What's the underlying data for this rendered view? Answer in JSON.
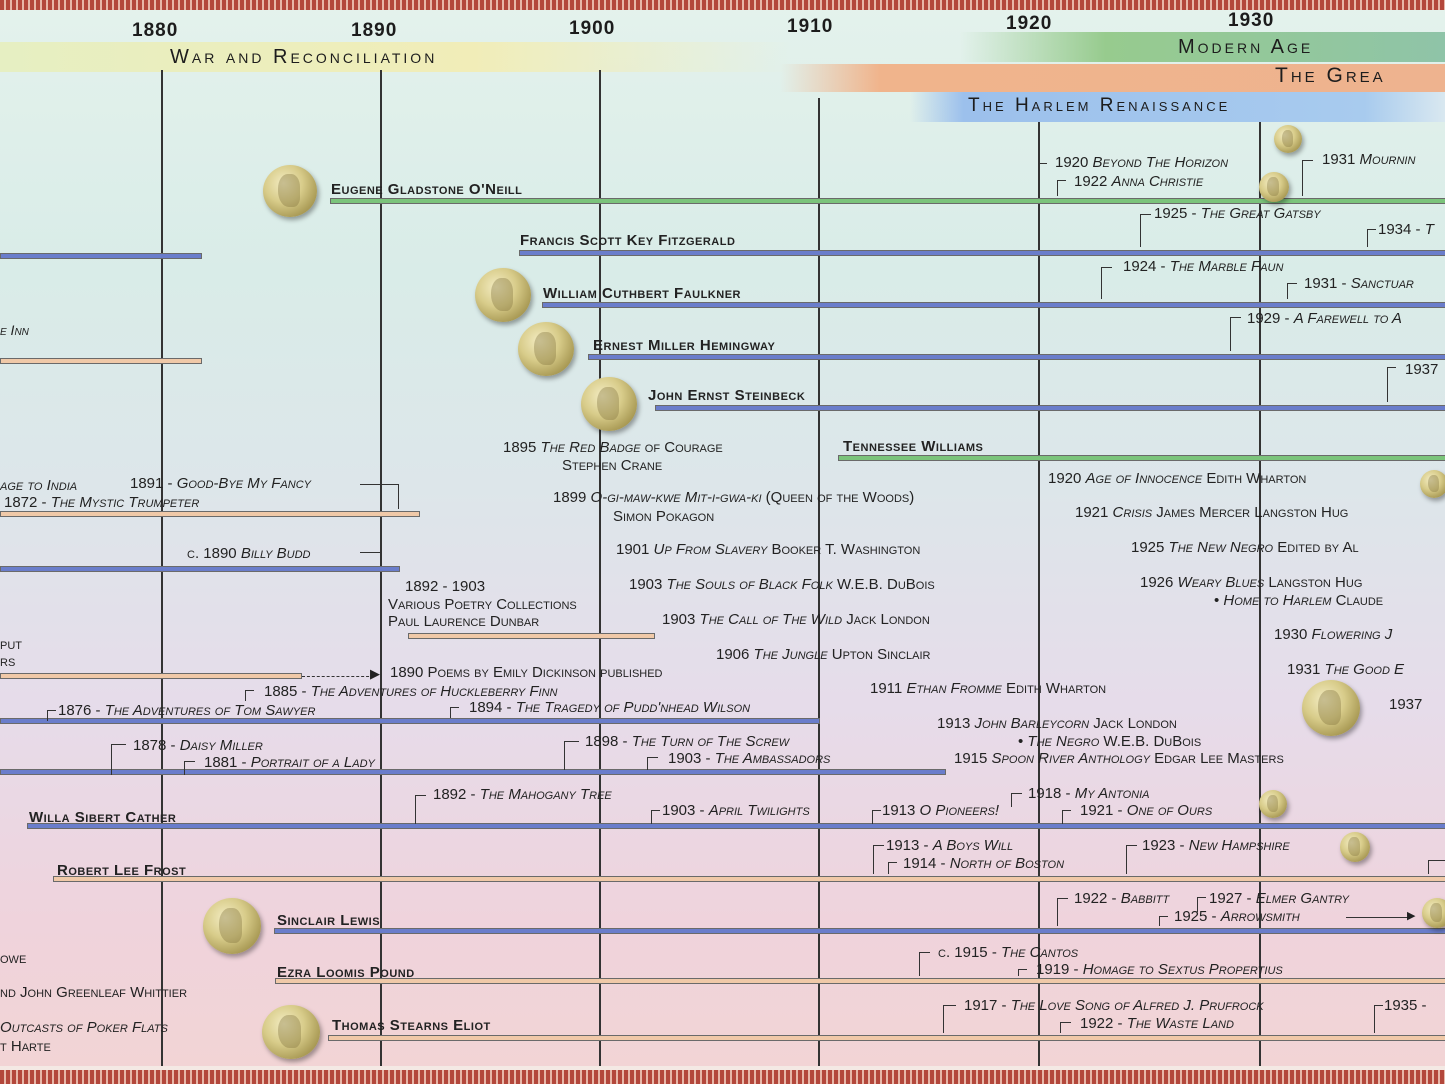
{
  "timeline": {
    "years": [
      "1880",
      "1890",
      "1900",
      "1910",
      "1920",
      "1930"
    ],
    "eras": {
      "war": "War and Reconciliation",
      "modern": "Modern Age",
      "great": "The Grea",
      "harlem": "The Harlem Renaissance"
    }
  },
  "authors": {
    "oneill": "Eugene Gladstone O'Neill",
    "fitzgerald": "Francis Scott Key Fitzgerald",
    "faulkner": "William Cuthbert Faulkner",
    "hemingway": "Ernest Miller Hemingway",
    "steinbeck": "John Ernst Steinbeck",
    "williams": "Tennessee Williams",
    "cather": "Willa Sibert Cather",
    "frost": "Robert Lee Frost",
    "lewis": "Sinclair Lewis",
    "pound": "Ezra Loomis Pound",
    "eliot": "Thomas Stearns Eliot"
  },
  "works": {
    "oneill_1920": [
      "1920 ",
      "Beyond The Horizon"
    ],
    "oneill_1922": [
      "1922 ",
      "Anna Christie"
    ],
    "oneill_1931": [
      "1931 ",
      "Mournin"
    ],
    "fitz_1925": [
      "1925 - ",
      "The Great Gatsby"
    ],
    "fitz_1934": [
      "1934 - ",
      "T"
    ],
    "faulk_1924": [
      "1924 - ",
      "The Marble Faun"
    ],
    "faulk_1931": [
      "1931 - ",
      "Sanctuar"
    ],
    "hem_1929": [
      "1929 - ",
      "A Farewell to A"
    ],
    "stein_1937": [
      "1937",
      ""
    ],
    "inn": [
      "",
      "e Inn"
    ],
    "passage": [
      "",
      "age to India"
    ],
    "goodbye": [
      "1891 - ",
      "Good-Bye My Fancy"
    ],
    "trumpeter": [
      "1872 - ",
      "The Mystic Trumpeter"
    ],
    "budd": [
      "c. 1890 ",
      "Billy Budd"
    ],
    "sawyer": [
      "1876 - ",
      "The Adventures of Tom Sawyer"
    ],
    "finn": [
      "1885 - ",
      "The Adventures of Huckleberry Finn"
    ],
    "puddnhead": [
      "1894 - ",
      "The Tragedy of Pudd'nhead Wilson"
    ],
    "daisy": [
      "1878 - ",
      "Daisy Miller"
    ],
    "portrait": [
      "1881 - ",
      "Portrait of a Lady"
    ],
    "screw": [
      "1898 - ",
      "The Turn of The Screw"
    ],
    "ambassadors": [
      "1903 - ",
      "The Ambassadors"
    ],
    "mahogany": [
      "1892 - ",
      "The Mahogany Tree"
    ],
    "april": [
      "1903 - ",
      "April Twilights"
    ],
    "pioneers": [
      "1913 ",
      "O Pioneers!"
    ],
    "antonia": [
      "1918 - ",
      "My Antonia"
    ],
    "ours": [
      "1921 - ",
      "One of Ours"
    ],
    "boyswill": [
      "1913 - ",
      "A Boys Will"
    ],
    "boston": [
      "1914 - ",
      "North of Boston"
    ],
    "hampshire": [
      "1923 - ",
      "New Hampshire"
    ],
    "babbitt": [
      "1922 - ",
      "Babbitt"
    ],
    "gantry": [
      "1927 - ",
      "Elmer Gantry"
    ],
    "arrowsmith": [
      "1925 - ",
      "Arrowsmith"
    ],
    "cantos": [
      "c. 1915 - ",
      "The Cantos"
    ],
    "sextus": [
      "1919 - ",
      "Homage to Sextus Propertius"
    ],
    "prufrock": [
      "1917 - ",
      "The Love Song of Alfred J. Prufrock"
    ],
    "wasteland": [
      "1922 - ",
      "The Waste Land"
    ],
    "eliot_1935": [
      "1935 -",
      ""
    ]
  },
  "events": {
    "redbadge": [
      "1895 ",
      "The Red Badge ",
      "of Courage"
    ],
    "crane": "Stephen Crane",
    "queen": [
      "1899 ",
      "O-gi-maw-kwe Mit-i-gwa-ki",
      " (Queen of the Woods)"
    ],
    "pokagon": "Simon Pokagon",
    "slavery": [
      "1901 ",
      "Up From Slavery",
      " Booker T. Washington"
    ],
    "souls": [
      "1903 ",
      "The Souls of Black Folk",
      " W.E.B. DuBois"
    ],
    "wild": [
      "1903 ",
      "The Call of The Wild",
      " Jack London"
    ],
    "jungle": [
      "1906 ",
      "The Jungle",
      " Upton Sinclair"
    ],
    "frome": [
      "1911 ",
      "Ethan Fromme",
      " Edith Wharton"
    ],
    "barleycorn": [
      "1913 ",
      "John Barleycorn",
      " Jack London"
    ],
    "negro": [
      "• ",
      "The Negro",
      " W.E.B. DuBois"
    ],
    "spoon": [
      "1915 ",
      "Spoon River Anthology",
      " Edgar Lee Masters"
    ],
    "innocence": [
      "1920 ",
      "Age of Innocence",
      " Edith Wharton"
    ],
    "crisis": [
      "1921 ",
      "Crisis",
      " James Mercer Langston Hug"
    ],
    "newnegro": [
      "1925 ",
      "The New Negro",
      " Edited by Al"
    ],
    "weary": [
      "1926 ",
      "Weary Blues",
      " Langston Hug"
    ],
    "harlem": [
      "• ",
      "Home to Harlem",
      " Claude"
    ],
    "flowering": [
      "1930 ",
      "Flowering J",
      ""
    ],
    "goodearth": [
      "1931 ",
      "The Good E",
      ""
    ],
    "e1937": "1937",
    "dunbar_years": "1892 - 1903",
    "dunbar_poetry": "Various Poetry Collections",
    "dunbar": "Paul Laurence Dunbar",
    "dickinson": "1890  Poems by Emily Dickinson published",
    "put": "put",
    "rs": "rs",
    "owe": "owe",
    "whittier": "nd  John Greenleaf Whittier",
    "outcasts": [
      "",
      "Outcasts of Poker Flats"
    ],
    "harte": "t Harte"
  }
}
